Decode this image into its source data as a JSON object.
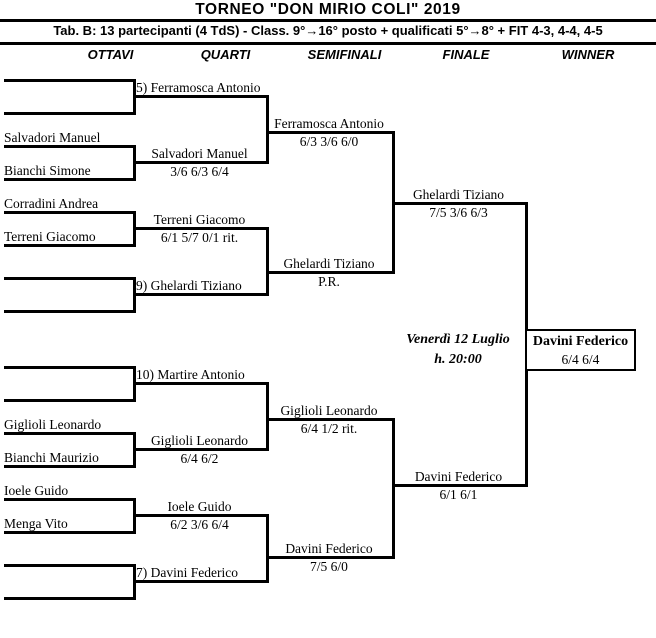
{
  "header": {
    "title": "TORNEO \"DON  MIRIO  COLI\"  2019",
    "subtitle": "Tab. B: 13 partecipanti (4 TdS) - Class. 9°→16° posto + qualificati 5°→8° + FIT 4-3, 4-4, 4-5",
    "columns": [
      {
        "label": "OTTAVI"
      },
      {
        "label": "QUARTI"
      },
      {
        "label": "SEMIFINALI"
      },
      {
        "label": "FINALE"
      },
      {
        "label": "WINNER"
      }
    ]
  },
  "rounds": {
    "ottavi": {
      "name": "OTTAVI",
      "entries": [
        {
          "player": ""
        },
        {
          "player": ""
        },
        {
          "player": "Salvadori Manuel"
        },
        {
          "player": "Bianchi Simone"
        },
        {
          "player": "Corradini Andrea"
        },
        {
          "player": "Terreni Giacomo"
        },
        {
          "player": ""
        },
        {
          "player": ""
        },
        {
          "player": ""
        },
        {
          "player": ""
        },
        {
          "player": "Giglioli Leonardo"
        },
        {
          "player": "Bianchi Maurizio"
        },
        {
          "player": "Ioele Guido"
        },
        {
          "player": "Menga Vito"
        },
        {
          "player": ""
        },
        {
          "player": ""
        }
      ]
    },
    "quarti": {
      "name": "QUARTI",
      "matches": [
        {
          "winner": "5) Ferramosca Antonio",
          "score": ""
        },
        {
          "winner": "Salvadori Manuel",
          "score": "3/6  6/3  6/4"
        },
        {
          "winner": "Terreni Giacomo",
          "score": "6/1  5/7  0/1 rit."
        },
        {
          "winner": "9) Ghelardi Tiziano",
          "score": ""
        },
        {
          "winner": "10) Martire Antonio",
          "score": ""
        },
        {
          "winner": "Giglioli Leonardo",
          "score": "6/4  6/2"
        },
        {
          "winner": "Ioele Guido",
          "score": "6/2  3/6  6/4"
        },
        {
          "winner": "7) Davini Federico",
          "score": ""
        }
      ]
    },
    "semifinali": {
      "name": "SEMIFINALI",
      "matches": [
        {
          "winner": "Ferramosca Antonio",
          "score": "6/3  3/6  6/0"
        },
        {
          "winner": "Ghelardi Tiziano",
          "score": "P.R."
        },
        {
          "winner": "Giglioli Leonardo",
          "score": "6/4  1/2  rit."
        },
        {
          "winner": "Davini Federico",
          "score": "7/5  6/0"
        }
      ]
    },
    "finale": {
      "name": "FINALE",
      "matches": [
        {
          "winner": "Ghelardi Tiziano",
          "score": "7/5  3/6  6/3"
        },
        {
          "winner": "Davini Federico",
          "score": "6/1  6/1"
        }
      ],
      "schedule_line1": "Venerdì 12 Luglio",
      "schedule_line2": "h. 20:00"
    },
    "winner": {
      "name": "WINNER",
      "player": "Davini  Federico",
      "score": "6/4  6/4"
    }
  }
}
